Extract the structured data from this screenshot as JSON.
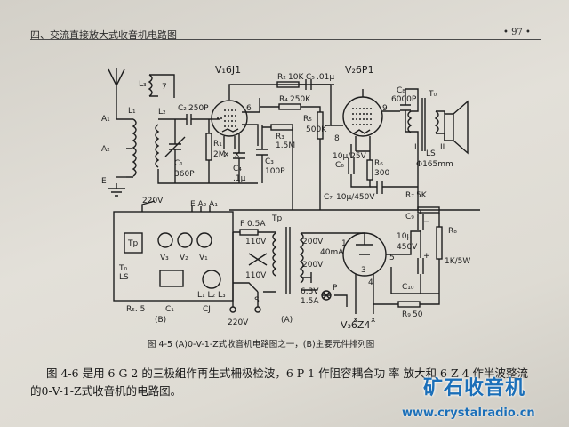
{
  "header": {
    "title": "四、交流直接放大式收音机电路图",
    "page_number": "• 97 •"
  },
  "tubes": {
    "v1": "V₁6J1",
    "v2": "V₂6P1",
    "v3": "V₃6Z4"
  },
  "components": {
    "l3": "L₃",
    "l1": "L₁",
    "l2": "L₂",
    "a1": "A₁",
    "a2": "A₂",
    "e": "E",
    "c1": "C₁",
    "c1_val": "360P",
    "c2": "C₂",
    "c2_val": "250P",
    "r1": "R₁",
    "r1_val": "2M",
    "r2": "R₂",
    "r2_val": "10K",
    "c5": "C₅",
    "c5_val": ".01μ",
    "r3": "R₃",
    "r3_val": "1.5M",
    "r4": "R₄",
    "r4_val": "250K",
    "r5": "R₅",
    "r5_val": "500K",
    "c3": "C₃",
    "c3_val": "100P",
    "c4": "C₄",
    "c4_val": ".1μ",
    "c6": "C₆",
    "c6_val": "10μ/25V",
    "r6": "R₆",
    "r6_val": "300",
    "c7": "C₇",
    "c7_val": "10μ/450V",
    "c8": "C₈",
    "c8_val": "6000P",
    "to": "T₀",
    "ls": "LS",
    "ls_val": "Φ165mm",
    "r7": "R₇",
    "r7_val": "5K",
    "c9": "C₉",
    "c9_val": "10μ",
    "c9_volt": "450V",
    "c10": "C₁₀",
    "r8": "R₈",
    "r8_val": "1K/5W",
    "r9": "R₉",
    "r9_val": "50",
    "fuse": "F",
    "fuse_val": "0.5A",
    "tp": "Tp",
    "v110a": "110V",
    "v110b": "110V",
    "v200a": "200V",
    "v200b": "200V",
    "ma40": "40mA",
    "v63": "6.3V",
    "a15": "1.5A",
    "mains": "220V",
    "switch": "S",
    "pilot": "P",
    "pin1": "1",
    "pin2": "2",
    "pin6": "6",
    "pin7": "7",
    "pin5": "5",
    "pin3": "3",
    "pin4": "4",
    "pin9": "9",
    "pin8": "8",
    "x": "x",
    "roman1": "I",
    "roman2": "II",
    "plus": "+",
    "minus": "−"
  },
  "layout_panel": {
    "voltage": "220V",
    "terminals": "E A₂ A₁",
    "tp": "Tp",
    "v3": "V₃",
    "v2": "V₂",
    "v1": "V₁",
    "to": "T₀",
    "ls": "LS",
    "l1l2l3": "L₁ L₂ L₃",
    "r5": "R₅. 5",
    "c1": "C₁",
    "cj": "CJ"
  },
  "sub_labels": {
    "b": "(B)",
    "a": "(A)"
  },
  "caption": "图 4-5  (A)0-V-1-Z式收音机电路图之一，(B)主要元件排列图",
  "body_text": {
    "line1": "图 4-6 是用 6 G 2 的三极組作再生式柵极检波，6 P 1 作阻容耦合功 率 放大和 6 Z 4 作半波整流",
    "line2": "的0-V-1-Z式收音机的电路图。"
  },
  "watermark": {
    "brand": "矿石收音机",
    "url": "www.crystalradio.cn"
  },
  "colors": {
    "paper": "#dedbd3",
    "ink": "#1e1e1e",
    "watermark": "#1b6fb8"
  }
}
